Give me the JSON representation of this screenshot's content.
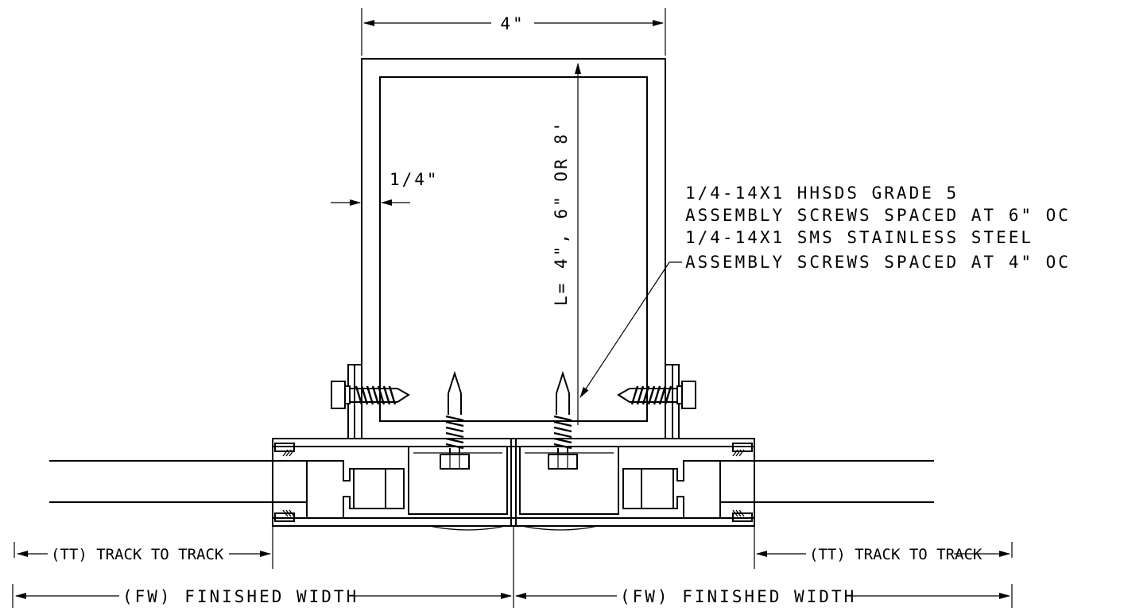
{
  "dimensions": {
    "width_label": "4\"",
    "wall_thickness_label": "1/4\"",
    "length_label": "L= 4\", 6\" OR 8'",
    "tt_left_label": "(TT) TRACK TO TRACK",
    "tt_right_label": "(TT) TRACK TO TRACK",
    "fw_left_label": "(FW) FINISHED WIDTH",
    "fw_right_label": "(FW) FINISHED WIDTH"
  },
  "callout": {
    "lines": [
      "1/4-14X1 HHSDS GRADE 5",
      "ASSEMBLY SCREWS SPACED AT 6\" OC",
      "1/4-14X1 SMS STAINLESS STEEL",
      "ASSEMBLY SCREWS SPACED AT 4\" OC"
    ]
  },
  "colors": {
    "line": "#000000",
    "background": "#ffffff"
  }
}
